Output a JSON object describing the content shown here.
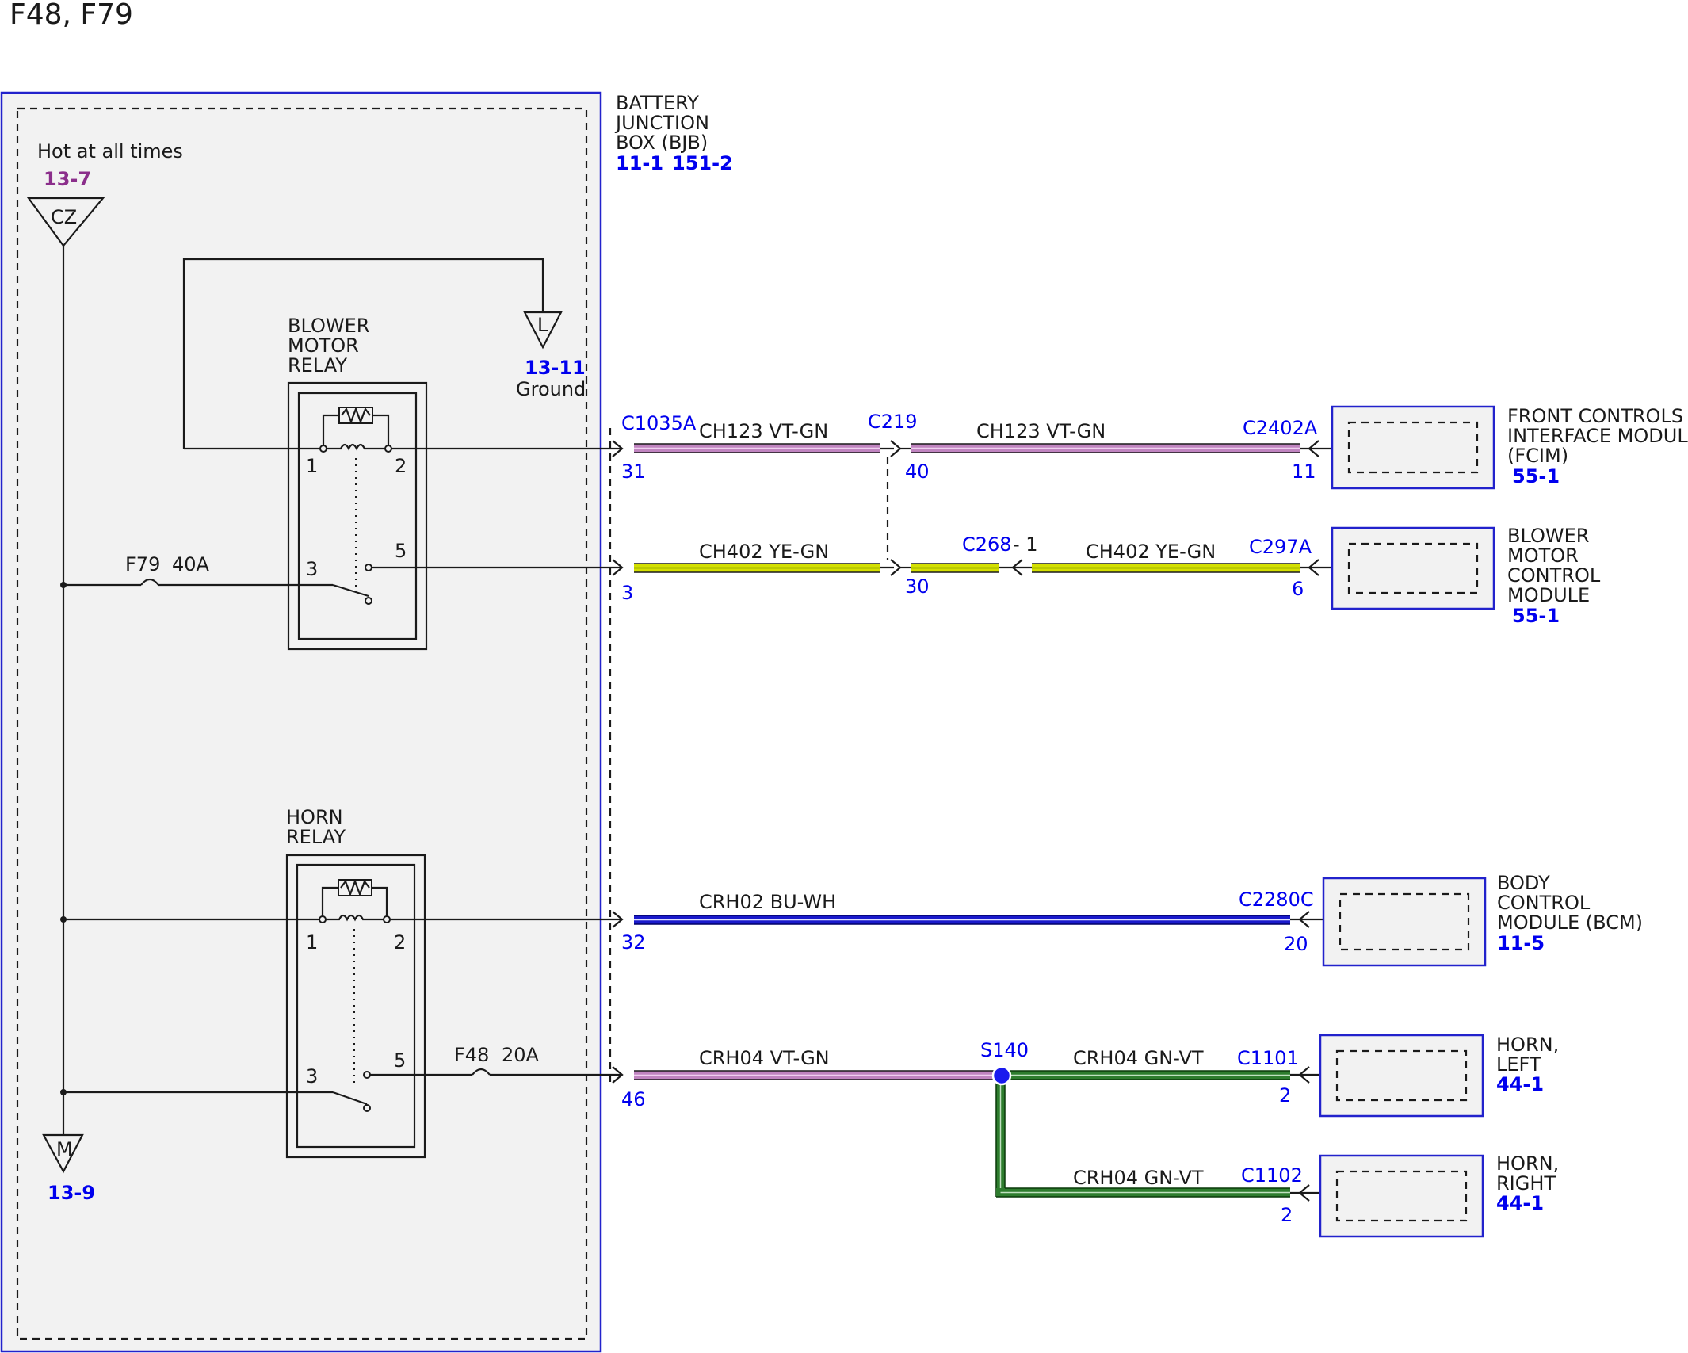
{
  "title": "F48, F79",
  "bjb": {
    "line1": "BATTERY",
    "line2": "JUNCTION",
    "line3": "BOX (BJB)",
    "ref1": "11-1",
    "ref2": "151-2"
  },
  "power": {
    "label": "Hot at all times",
    "ref": "13-7",
    "symbol": "CZ"
  },
  "ground_l": {
    "symbol": "L",
    "ref": "13-11",
    "label": "Ground"
  },
  "ground_m": {
    "symbol": "M",
    "ref": "13-9"
  },
  "blower_relay": {
    "line1": "BLOWER",
    "line2": "MOTOR",
    "line3": "RELAY",
    "pin1": "1",
    "pin2": "2",
    "pin3": "3",
    "pin5": "5"
  },
  "horn_relay": {
    "line1": "HORN",
    "line2": "RELAY",
    "pin1": "1",
    "pin2": "2",
    "pin3": "3",
    "pin5": "5"
  },
  "fuse_f79": {
    "name": "F79",
    "rating": "40A"
  },
  "fuse_f48": {
    "name": "F48",
    "rating": "20A"
  },
  "circuits": {
    "ch123_a": {
      "connector": "C1035A",
      "pin": "31",
      "label": "CH123   VT-GN"
    },
    "ch123_b": {
      "connector": "C219",
      "pin": "40",
      "label": "CH123   VT-GN"
    },
    "ch123_c": {
      "connector": "C2402A",
      "pin": "11"
    },
    "ch402_a": {
      "pin": "3",
      "label": "CH402   YE-GN"
    },
    "ch402_b": {
      "connector": "C268",
      "connector_pin": "- 1",
      "pin": "30"
    },
    "ch402_c": {
      "connector": "C297A",
      "pin": "6",
      "label": "CH402   YE-GN"
    },
    "crh02": {
      "pin": "32",
      "label": "CRH02   BU-WH",
      "connector": "C2280C",
      "end_pin": "20"
    },
    "crh04": {
      "pin": "46",
      "label": "CRH04   VT-GN",
      "splice": "S140"
    },
    "crh04_left": {
      "label": "CRH04   GN-VT",
      "connector": "C1101",
      "pin": "2"
    },
    "crh04_right": {
      "label": "CRH04   GN-VT",
      "connector": "C1102",
      "pin": "2"
    }
  },
  "modules": {
    "fcim": {
      "line1": "FRONT CONTROLS",
      "line2": "INTERFACE MODULE",
      "line3": "(FCIM)",
      "ref": "55-1"
    },
    "bmcm": {
      "line1": "BLOWER",
      "line2": "MOTOR",
      "line3": "CONTROL",
      "line4": "MODULE",
      "ref": "55-1"
    },
    "bcm": {
      "line1": "BODY",
      "line2": "CONTROL",
      "line3": "MODULE (BCM)",
      "ref": "11-5"
    },
    "horn_left": {
      "line1": "HORN,",
      "line2": "LEFT",
      "ref": "44-1"
    },
    "horn_right": {
      "line1": "HORN,",
      "line2": "RIGHT",
      "ref": "44-1"
    }
  },
  "colors": {
    "vt_gn": "#c084c0",
    "ye_gn": "#d4e000",
    "bu_wh": "#1a1acc",
    "gn_vt": "#2e7d2e",
    "reference": "#0000ee",
    "box_outline": "#2222cc",
    "box_fill": "#f2f2f2"
  }
}
